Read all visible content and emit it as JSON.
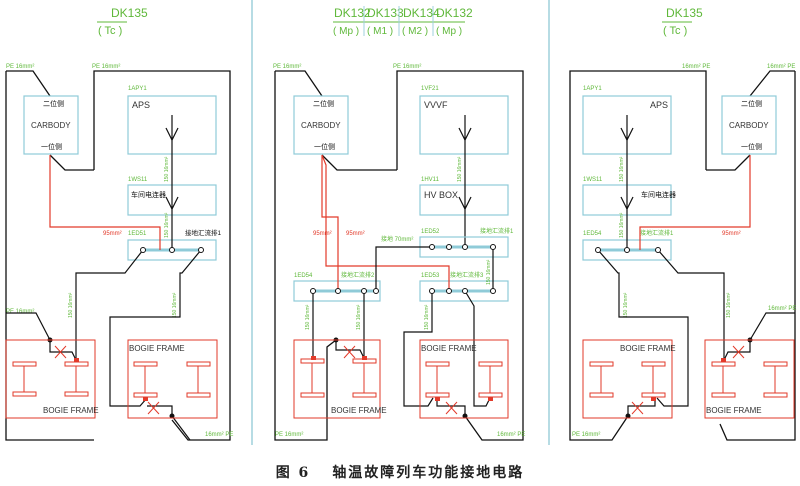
{
  "caption": {
    "figure_number": "图 6",
    "title": "轴温故障列车功能接地电路"
  },
  "colors": {
    "wire": "#111111",
    "fault_wire": "#e23a2a",
    "component_box": "#8fcbd8",
    "bogie": "#e23a2a",
    "label": "#5fb83a"
  },
  "panels": [
    {
      "header": [
        "DK135",
        "( Tc )"
      ],
      "pe_labels": [
        "PE 16mm²",
        "PE 16mm²",
        "PE 16mm²",
        "16mm² PE"
      ],
      "boxes": {
        "carbody": {
          "title": "CARBODY",
          "top": "二位侧",
          "bottom": "一位侧"
        },
        "main": {
          "code": "1APY1",
          "name": "APS"
        },
        "mid": {
          "code": "1WS11",
          "name": "车间电连器"
        },
        "terminal": {
          "code": "1ED51",
          "name": "接地汇流排1"
        }
      },
      "wire_labels": [
        "95mm²",
        "150 16mm²",
        "150 16mm²",
        "150 16mm²",
        "150 16mm²"
      ],
      "bogies": [
        "BOGIE FRAME",
        "BOGIE FRAME"
      ]
    },
    {
      "header": [
        "DK132",
        "( Mp )",
        "DK133",
        "( M1 )",
        "DK134",
        "( M2 )",
        "DK132",
        "( Mp )"
      ],
      "pe_labels": [
        "PE 16mm²",
        "PE 16mm²",
        "PE 16mm²",
        "16mm² PE"
      ],
      "boxes": {
        "carbody": {
          "title": "CARBODY",
          "top": "二位侧",
          "bottom": "一位侧"
        },
        "main": {
          "code": "1VF21",
          "name": "VVVF"
        },
        "mid": {
          "code": "1HV11",
          "name": "HV BOX"
        },
        "terminal_a": {
          "code": "1ED52",
          "name": "接地汇流排1"
        },
        "terminal_b": {
          "code": "1ED54",
          "name": "接地汇流排2"
        },
        "terminal_c": {
          "code": "1ED53",
          "name": "接地汇流排3"
        }
      },
      "wire_labels": [
        "95mm²",
        "95mm²",
        "接地 70mm²",
        "150 16mm²",
        "150 16mm²",
        "150 16mm²",
        "150 16mm²",
        "150 16mm²"
      ],
      "bogies": [
        "BOGIE FRAME",
        "BOGIE FRAME"
      ]
    },
    {
      "header": [
        "DK135",
        "( Tc )"
      ],
      "pe_labels": [
        "16mm² PE",
        "16mm² PE",
        "PE 16mm²",
        "16mm² PE"
      ],
      "boxes": {
        "carbody": {
          "title": "CARBODY",
          "top": "二位侧",
          "bottom": "一位侧"
        },
        "main": {
          "code": "1APY1",
          "name": "APS"
        },
        "mid": {
          "code": "1WS11",
          "name": "车间电连器"
        },
        "terminal": {
          "code": "1ED54",
          "name": "接地汇流排1"
        }
      },
      "wire_labels": [
        "95mm²",
        "150 16mm²",
        "150 16mm²",
        "150 16mm²",
        "150 16mm²"
      ],
      "bogies": [
        "BOGIE FRAME",
        "BOGIE FRAME"
      ]
    }
  ]
}
